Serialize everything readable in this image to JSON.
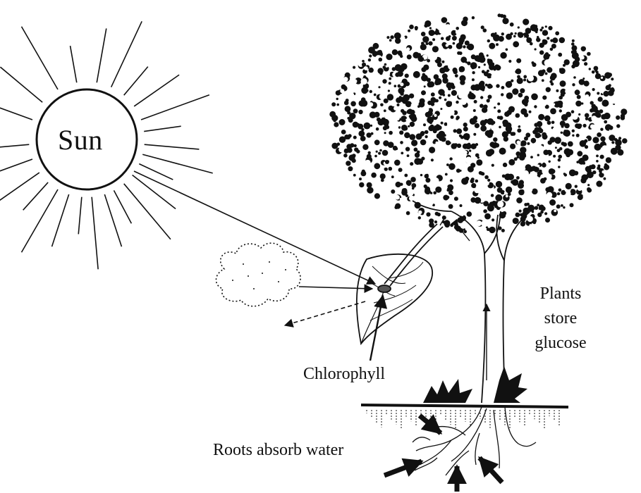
{
  "labels": {
    "sun": "Sun",
    "chlorophyll": "Chlorophyll",
    "roots": "Roots absorb water",
    "store_line1": "Plants",
    "store_line2": "store",
    "store_line3": "glucose"
  },
  "colors": {
    "ink": "#111111",
    "background": "#ffffff"
  }
}
